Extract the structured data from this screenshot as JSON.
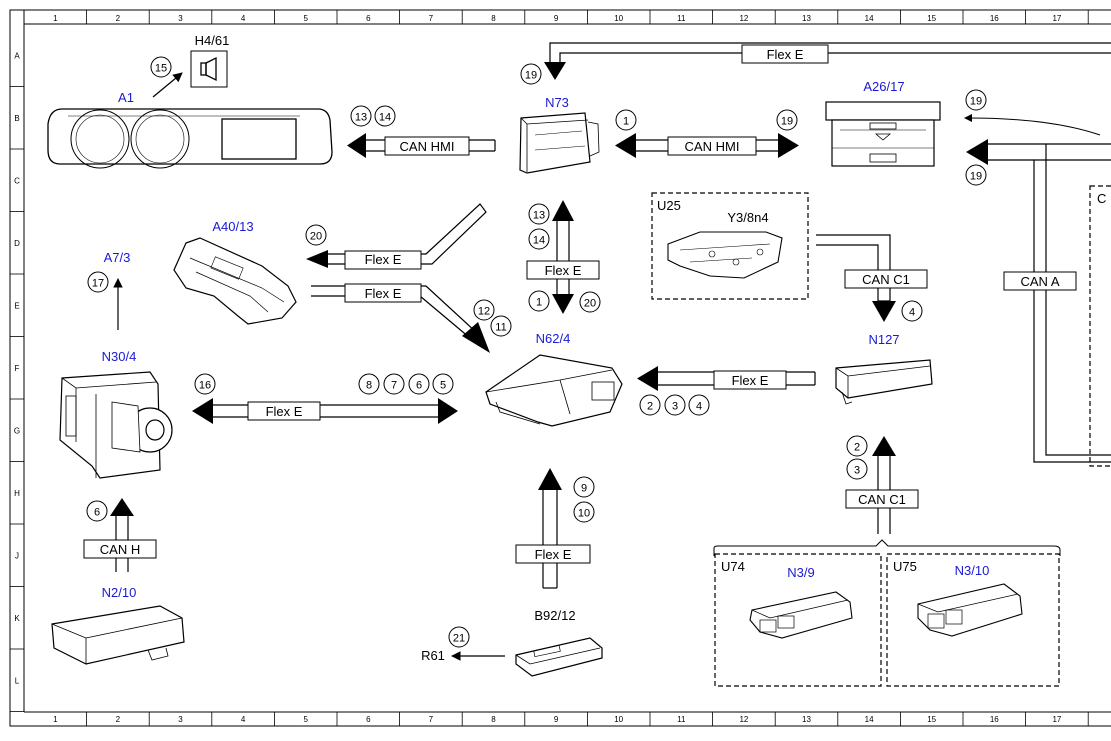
{
  "ruler_columns": [
    "1",
    "2",
    "3",
    "4",
    "5",
    "6",
    "7",
    "8",
    "9",
    "10",
    "11",
    "12",
    "13",
    "14",
    "15",
    "16",
    "17"
  ],
  "ruler_rows": [
    "A",
    "B",
    "C",
    "D",
    "E",
    "F",
    "G",
    "H",
    "J",
    "K",
    "L"
  ],
  "components": {
    "a1": "A1",
    "h4_61": "H4/61",
    "n73": "N73",
    "a26_17": "A26/17",
    "a40_13": "A40/13",
    "a7_3": "A7/3",
    "n30_4": "N30/4",
    "n62_4": "N62/4",
    "n127": "N127",
    "n2_10": "N2/10",
    "b92_12": "B92/12",
    "r61": "R61",
    "y3_8n4": "Y3/8n4",
    "n3_9": "N3/9",
    "n3_10": "N3/10"
  },
  "groups": {
    "u25": "U25",
    "u74": "U74",
    "u75": "U75",
    "right_edge": "C"
  },
  "bus_labels": {
    "flex_e": "Flex E",
    "can_hmi": "CAN HMI",
    "can_c1": "CAN C1",
    "can_a": "CAN A",
    "can_h": "CAN H"
  },
  "callouts": {
    "c1": "1",
    "c2": "2",
    "c3": "3",
    "c4": "4",
    "c5": "5",
    "c6": "6",
    "c7": "7",
    "c8": "8",
    "c9": "9",
    "c10": "10",
    "c11": "11",
    "c12": "12",
    "c13": "13",
    "c14": "14",
    "c15": "15",
    "c16": "16",
    "c17": "17",
    "c19": "19",
    "c20": "20",
    "c21": "21"
  }
}
